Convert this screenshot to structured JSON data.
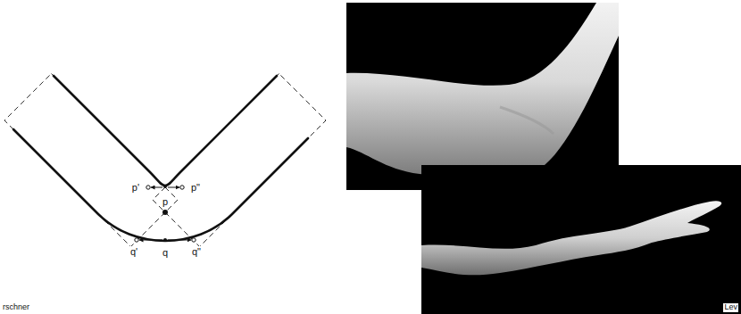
{
  "diagram": {
    "labels": [
      "p'",
      "p",
      "p\"",
      "q'",
      "q",
      "q\"",
      "rschner",
      "Lev"
    ]
  }
}
